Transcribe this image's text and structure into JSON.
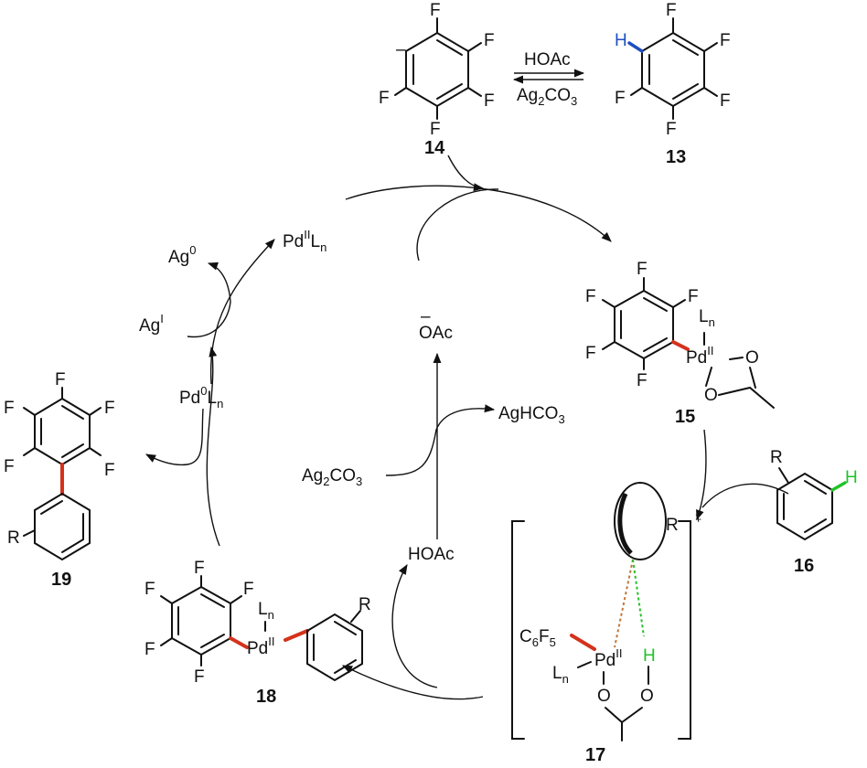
{
  "compounds": {
    "c13": "13",
    "c14": "14",
    "c15": "15",
    "c16": "16",
    "c17": "17",
    "c18": "18",
    "c19": "19"
  },
  "atoms": {
    "F": "F",
    "H": "H",
    "R": "R",
    "O": "O",
    "minus": "–",
    "dagger": "‡"
  },
  "reagents": {
    "hoac": "HOAc",
    "ag2co3_main": "Ag",
    "ag2co3_sub2": "2",
    "ag2co3_co": "CO",
    "ag2co3_sub3": "3",
    "aghco3_main": "AgHCO",
    "aghco3_sub": "3",
    "oac": "OAc",
    "ag_zero": "Ag",
    "ag_zero_sup": "0",
    "ag_one": "Ag",
    "ag_one_sup": "I",
    "pd": "Pd",
    "pd_II": "II",
    "pd_0": "0",
    "L": "L",
    "n": "n",
    "c6f5_c": "C",
    "c6f5_6": "6",
    "c6f5_f": "F",
    "c6f5_5": "5"
  },
  "colors": {
    "h13": "#1f4fbf",
    "h16": "#21c228",
    "new_bond": "#d4321c",
    "dash": "#c0763a"
  }
}
